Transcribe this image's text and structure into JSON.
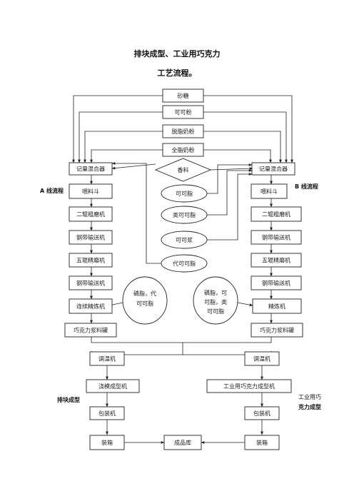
{
  "title": {
    "line1": "排块成型、工业用巧克力",
    "line2": "工艺流程。"
  },
  "ingredients": {
    "sugar": "砂糖",
    "cocoa_powder": "可可粉",
    "skim_milk_powder": "脱脂奶粉",
    "whole_milk_powder": "全脂奶粉",
    "flavor": "香料"
  },
  "line_labels": {
    "a": "A 线流程",
    "b": "B 线流程",
    "molding": "排块成型",
    "industrial_1": "工业用巧",
    "industrial_2": "克力成型"
  },
  "line_a": {
    "mixer": "记量混合器",
    "hopper": "喂料斗",
    "two_roll": "二辊粗磨机",
    "conveyor1": "钢带输送机",
    "five_roll": "五辊精磨机",
    "conveyor2": "钢带输送机",
    "conche": "连续精炼机",
    "tank": "巧克力浆料罐"
  },
  "line_b": {
    "mixer": "记量混合器",
    "hopper": "喂料斗",
    "two_roll": "二辊粗磨机",
    "conveyor1": "钢带输送机",
    "five_roll": "五辊精磨机",
    "conveyor2": "钢带输送机",
    "conche": "精炼机",
    "tank": "巧克力浆料罐"
  },
  "fats": {
    "cocoa_butter": "可可脂",
    "cbe": "类可可脂",
    "cocoa_mass": "可可浆",
    "cbs": "代可可脂"
  },
  "additives": {
    "a_line1": "磷脂，代",
    "a_line2": "可可脂",
    "b_line1": "磷脂，可",
    "b_line2": "可脂，类",
    "b_line3": "可可脂"
  },
  "finishing": {
    "temper_a": "调温机",
    "temper_b": "调温机",
    "depositor": "浇模成型机",
    "industrial_former": "工业用巧克力成型机",
    "pack_a": "包装机",
    "pack_b": "包装机",
    "box_a": "装箱",
    "box_b": "装箱",
    "warehouse": "成品库"
  }
}
